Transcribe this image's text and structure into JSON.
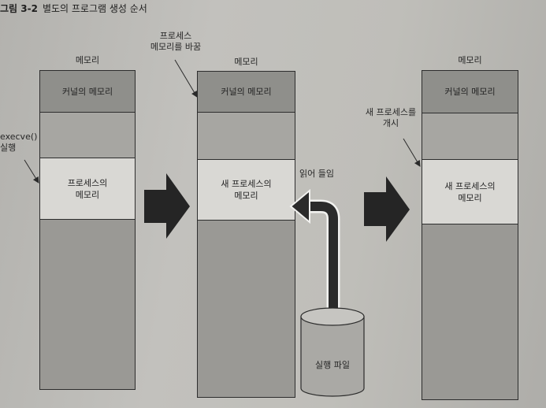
{
  "caption": {
    "label": "그림 3-2",
    "title": "별도의 프로그램 생성 순서"
  },
  "columns": [
    {
      "header": "메모리",
      "kernel": "커널의 메모리",
      "process": "프로세스의\n메모리"
    },
    {
      "header": "메모리",
      "kernel": "커널의 메모리",
      "process": "새 프로세스의\n메모리"
    },
    {
      "header": "메모리",
      "kernel": "커널의 메모리",
      "process": "새 프로세스의\n메모리"
    }
  ],
  "annotations": {
    "execve": "execve()\n실행",
    "replace": "프로세스\n메모리를 바꿈",
    "load": "읽어 들임",
    "start": "새 프로세스를\n개시"
  },
  "file": {
    "label": "실행 파일"
  }
}
